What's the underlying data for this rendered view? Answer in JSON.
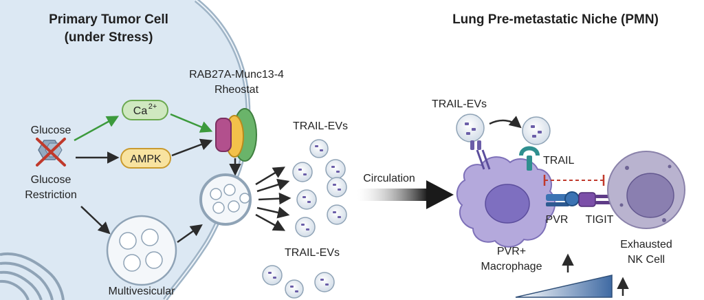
{
  "left_panel": {
    "title_line1": "Primary Tumor Cell",
    "title_line2": "(under Stress)",
    "glucose_label": "Glucose",
    "restriction_line1": "Glucose",
    "restriction_line2": "Restriction",
    "ca_label": "Ca",
    "ca_superscript": "2+",
    "ampk_label": "AMPK",
    "rheostat_line1": "RAB27A-Munc13-4",
    "rheostat_line2": "Rheostat",
    "mvb_label": "Multivesicular",
    "trail_evs_top": "TRAIL-EVs",
    "trail_evs_bottom": "TRAIL-EVs"
  },
  "middle": {
    "circulation_label": "Circulation"
  },
  "right_panel": {
    "title": "Lung Pre-metastatic Niche (PMN)",
    "trail_evs_label": "TRAIL-EVs",
    "trail_label": "TRAIL",
    "pvr_label": "PVR",
    "tigit_label": "TIGIT",
    "macrophage_line1": "PVR+",
    "macrophage_line2": "Macrophage",
    "nk_line1": "Exhausted",
    "nk_line2": "NK Cell"
  },
  "colors": {
    "cell_fill": "#dce8f3",
    "membrane": "#9fb4c6",
    "ca_fill": "#cfe8c0",
    "ca_stroke": "#6aa84f",
    "ampk_fill": "#f8e3a0",
    "ampk_stroke": "#c99a2e",
    "green_arrow": "#3c9a3c",
    "macrophage": "#b4a9dc",
    "nk_cell": "#b9b3cf",
    "inhibition": "#c0392b"
  }
}
